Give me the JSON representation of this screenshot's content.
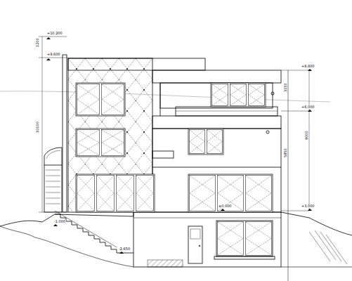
{
  "diagram": {
    "labels": [
      "+10,200",
      "+9,600",
      "1200",
      "10100",
      "+8,800",
      "+6,000",
      "+3,000",
      "3150",
      "5850",
      "9000",
      "±0,000",
      "-1,000",
      "-2,650"
    ]
  }
}
